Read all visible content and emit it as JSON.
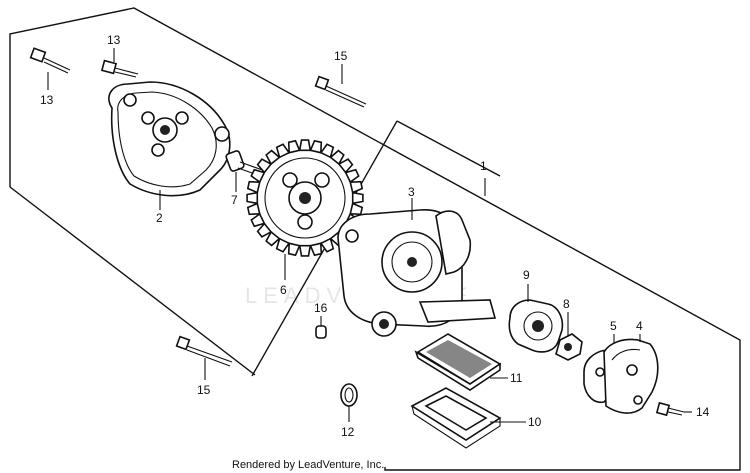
{
  "diagram": {
    "callouts": [
      "1",
      "2",
      "3",
      "4",
      "5",
      "6",
      "7",
      "8",
      "9",
      "10",
      "11",
      "12",
      "13",
      "13",
      "14",
      "15",
      "15",
      "16"
    ],
    "watermark": "LEADVENTURE",
    "footer_text": "Rendered by LeadVenture, Inc."
  }
}
